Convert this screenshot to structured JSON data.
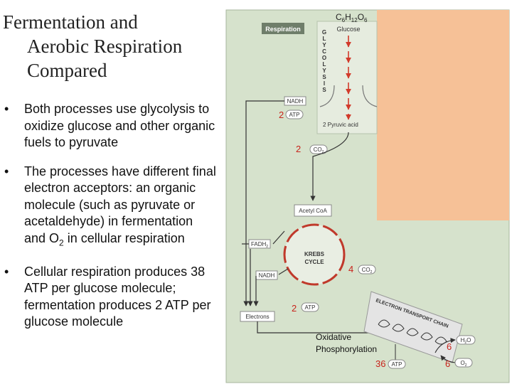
{
  "title": {
    "line1": "Fermentation and",
    "line2": "Aerobic Respiration",
    "line3": "Compared"
  },
  "bullets": [
    {
      "text_parts": [
        "Both processes use glycolysis to oxidize glucose and other organic fuels to pyruvate"
      ]
    },
    {
      "text_before": "The processes have different final electron acceptors: an organic molecule (such as pyruvate or acetaldehyde) in fermentation and O",
      "subscript": "2",
      "text_after": " in cellular respiration"
    },
    {
      "text_parts": [
        "Cellular respiration produces 38 ATP per glucose molecule; fermentation produces 2 ATP per glucose molecule"
      ]
    }
  ],
  "bullet_symbol": "•",
  "diagram": {
    "formula": {
      "c": "C",
      "c_sub": "6",
      "h": "H",
      "h_sub": "12",
      "o": "O",
      "o_sub": "6"
    },
    "respiration_label": "Respiration",
    "glucose": "Glucose",
    "glycolysis_letters": [
      "G",
      "L",
      "Y",
      "C",
      "O",
      "L",
      "Y",
      "S",
      "I",
      "S"
    ],
    "nadh_top": "NADH",
    "atp_2_count": "2",
    "atp_label": "ATP",
    "pyruvic_acid": "2 Pyruvic acid",
    "co2_count": "2",
    "co2_label": "CO",
    "co2_sub": "2",
    "acetyl_coa": "Acetyl CoA",
    "fadh": "FADH",
    "fadh_sub": "2",
    "krebs_line1": "KREBS",
    "krebs_line2": "CYCLE",
    "nadh_bottom": "NADH",
    "co2_krebs_count": "4",
    "electrons": "Electrons",
    "atp_krebs_count": "2",
    "etc_label": "ELECTRON TRANSPORT CHAIN",
    "oxidative_line1": "Oxidative",
    "oxidative_line2": "Phosphorylation",
    "atp_36_count": "36",
    "h2o_count": "6",
    "h2o_h": "H",
    "h2o_sub": "2",
    "h2o_o": "O",
    "o2_count": "6",
    "o2_label": "O",
    "o2_sub": "2",
    "colors": {
      "panel_bg": "#d6e2cc",
      "orange": "#f6c197",
      "label_bg": "#ffffff",
      "arrow_red": "#d23a2b",
      "count_red": "#c8231b",
      "krebs_red": "#c0392b",
      "respiration_tag": "#6f7e6a"
    }
  }
}
